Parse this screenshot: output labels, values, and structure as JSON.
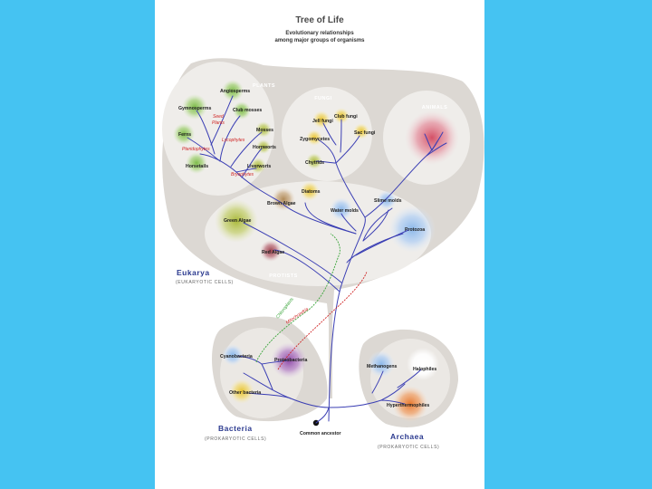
{
  "title": {
    "line1": "Tree of Life",
    "line2": "Evolutionary relationships",
    "line3": "among major groups of organisms"
  },
  "groups": {
    "plants": "PLANTS",
    "fungi": "FUNGI",
    "animals": "ANIMALS",
    "protists": "PROTISTS"
  },
  "domains": {
    "eukarya": {
      "name": "Eukarya",
      "sub": "(EUKARYOTIC CELLS)"
    },
    "bacteria": {
      "name": "Bacteria",
      "sub": "(PROKARYOTIC CELLS)"
    },
    "archaea": {
      "name": "Archaea",
      "sub": "(PROKARYOTIC CELLS)"
    }
  },
  "labels": {
    "angiosperms": "Angiosperms",
    "gymnosperms": "Gymnosperms",
    "club_mosses": "Club mosses",
    "ferns": "Ferns",
    "mosses": "Mosses",
    "hornworts": "Hornworts",
    "horsetails": "Horsetails",
    "liverworts": "Liverworts",
    "sac_fungi": "Sac fungi",
    "club_fungi": "Club fungi",
    "jell_fungi": "Jell fungi",
    "zygomycetes": "Zygomycetes",
    "chytrids": "Chytrids",
    "brown_algae": "Brown Algae",
    "diatoms": "Diatoms",
    "water_molds": "Water molds",
    "slime_molds": "Slime molds",
    "protozoa": "Protozoa",
    "green_algae": "Green Algae",
    "red_algae": "Red Algae",
    "cyanobacteria": "Cyanobacteria",
    "proteobacteria": "Proteobacteria",
    "other_bacteria": "Other bacteria",
    "methanogens": "Methanogens",
    "halophiles": "Halophiles",
    "hyperthermophiles": "Hyperthermophiles",
    "common_ancestor": "Common ancestor"
  },
  "annotations": {
    "seed_plants_1": "Seed",
    "seed_plants_2": "Plants",
    "lycophytes": "Lycophytes",
    "pteridophytes": "Pteridophytes",
    "bryophytes": "Bryophytes",
    "chloroplasts": "Chloroplasts",
    "mitochondria": "Mitochondria"
  },
  "colors": {
    "background": "#45c3f2",
    "branch": "#3b3fb4",
    "chloroplast_line": "#3aa53a",
    "mitochondria_line": "#d02525",
    "region_fill": "#dcd8d3"
  }
}
